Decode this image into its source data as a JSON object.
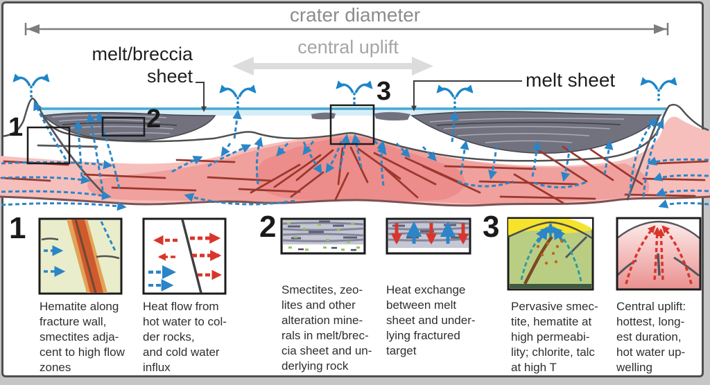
{
  "labels": {
    "crater_diameter": "crater diameter",
    "central_uplift": "central uplift",
    "melt_breccia_sheet": "melt/breccia\nsheet",
    "melt_sheet": "melt sheet"
  },
  "markers": {
    "m1": "1",
    "m2": "2",
    "m3": "3"
  },
  "panels": [
    {
      "number": "1",
      "caption_a": "Hematite along\nfracture wall,\nsmectites adja-\ncent to high flow\nzones",
      "caption_b": "Heat flow from\nhot water to col-\nder rocks,\nand cold water\ninflux"
    },
    {
      "number": "2",
      "caption_a": "Smectites, zeo-\nlites and other\nalteration mine-\nrals in melt/brec-\ncia sheet and un-\nderlying rock",
      "caption_b": "Heat exchange\nbetween melt\nsheet and under-\nlying fractured\ntarget"
    },
    {
      "number": "3",
      "caption_a": "Pervasive smec-\ntite, hematite at\nhigh permeabi-\nlity; chlorite, talc\nat high T",
      "caption_b": "Central uplift:\nhottest, long-\nest duration,\nhot water up-\nwelling"
    }
  ],
  "colors": {
    "cold_water_arrow": "#2b85c6",
    "hot_flow_arrow": "#d8362c",
    "water_line": "#45a9cd",
    "rock_light_pink": "#f6bfbc",
    "rock_mid_pink": "#f0a19d",
    "rock_hot_core": "#ec8d8b",
    "melt_lens_gray": "#72727f",
    "fracture_red": "#9c372e",
    "measure_gray": "#7d7d7d",
    "uplift_arrow_gray": "#dcdcdc"
  }
}
